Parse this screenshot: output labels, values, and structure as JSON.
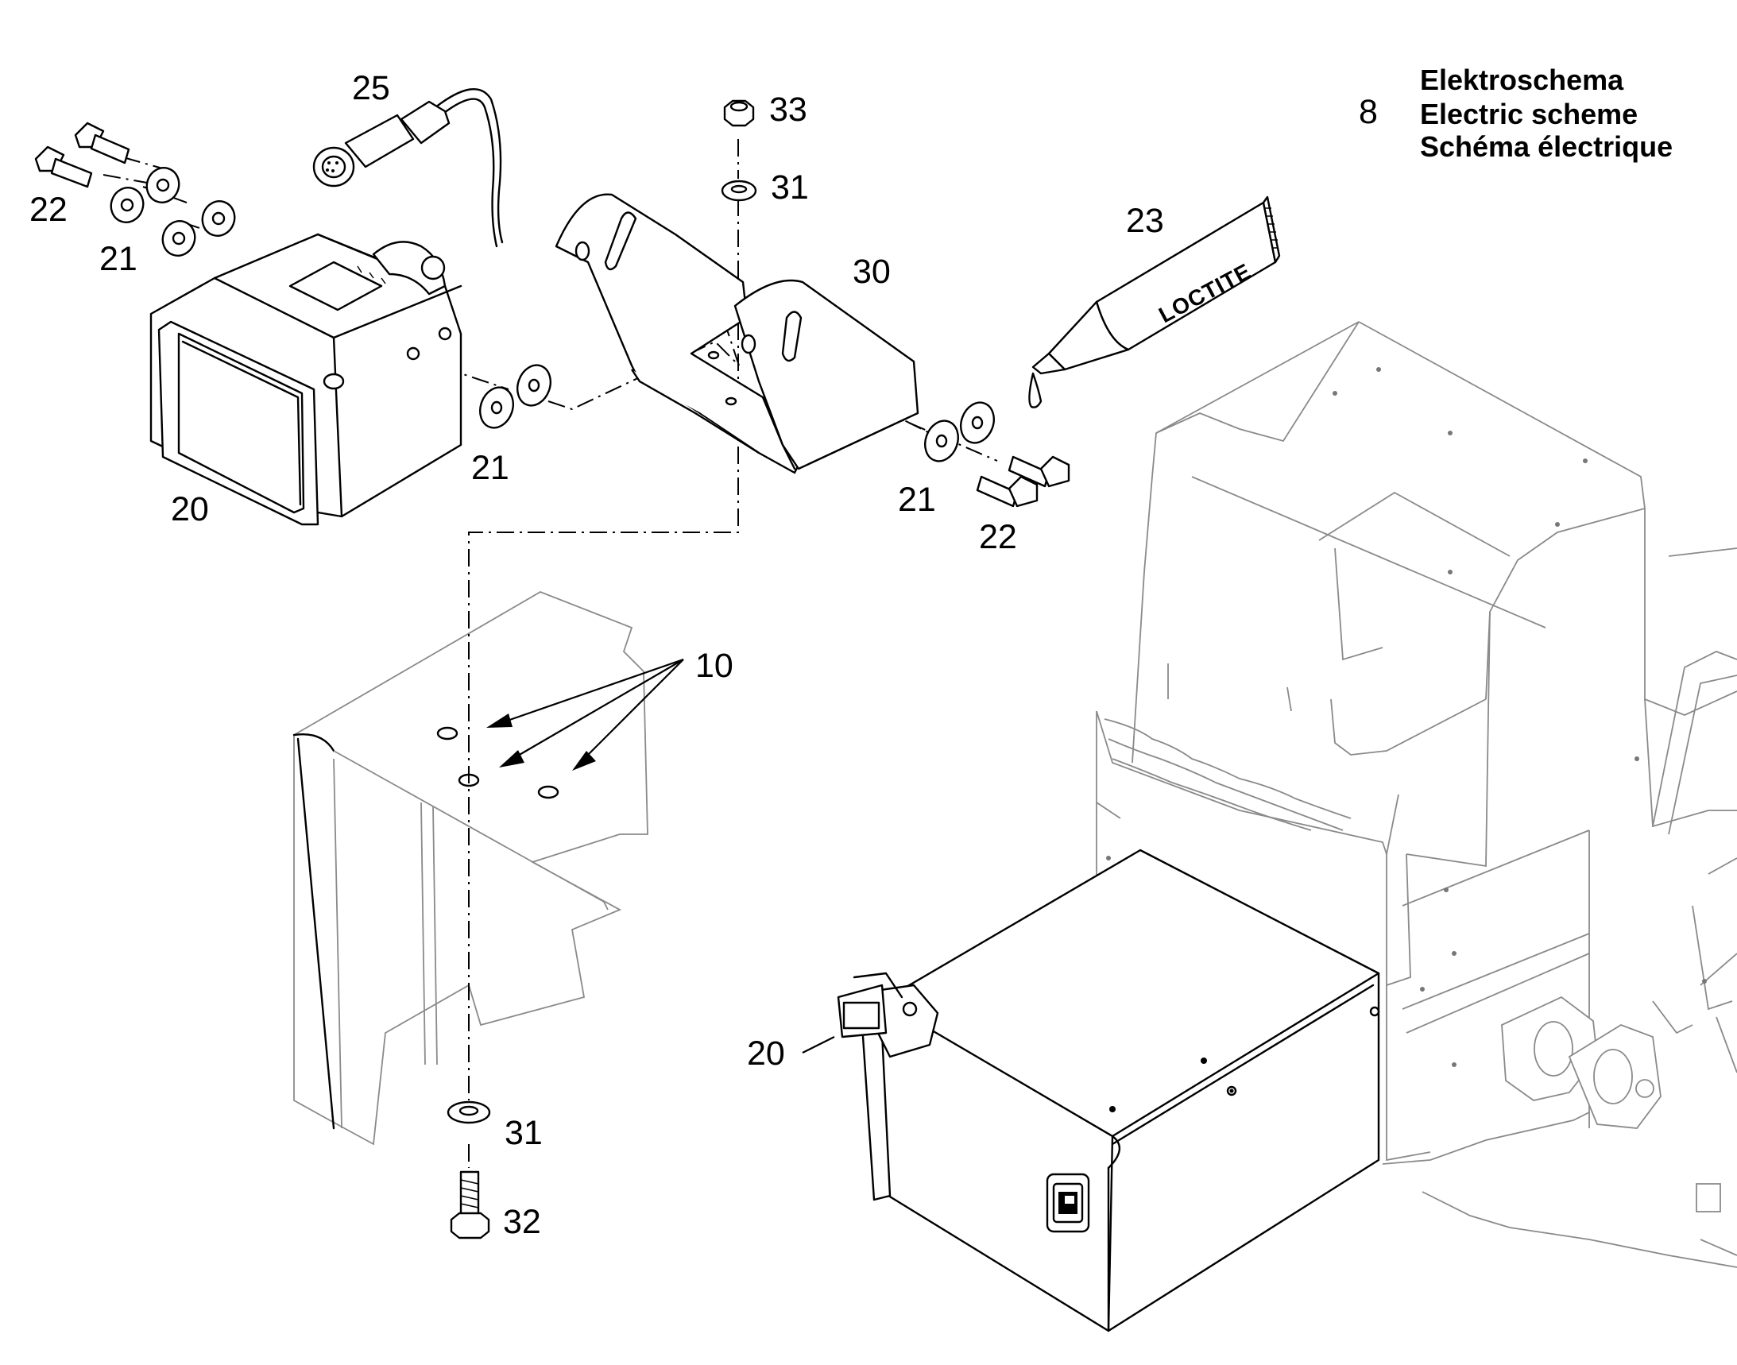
{
  "reference": {
    "number": "8",
    "lines": [
      "Elektroschema",
      "Electric scheme",
      "Schéma électrique"
    ]
  },
  "part_numbers": {
    "p25": "25",
    "p33": "33",
    "p31_top": "31",
    "p22_left": "22",
    "p21_top": "21",
    "p30": "30",
    "p23": "23",
    "p21_mid": "21",
    "p20_main": "20",
    "p21_right": "21",
    "p22_right": "22",
    "p10": "10",
    "p20_vehicle": "20",
    "p31_bottom": "31",
    "p32": "32"
  },
  "tube_label": "LOCTITE"
}
